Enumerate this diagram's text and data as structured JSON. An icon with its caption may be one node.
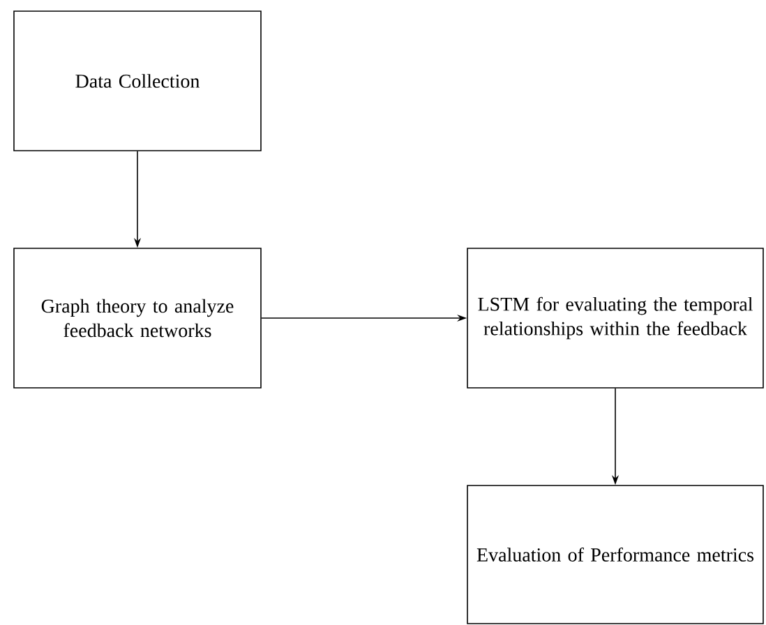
{
  "diagram": {
    "nodes": [
      {
        "text": [
          "Data Collection"
        ]
      },
      {
        "text": [
          "Graph theory to analyze feedback networks"
        ]
      },
      {
        "text": [
          "LSTM for evaluating the temporal relationships within the feedback"
        ]
      },
      {
        "text": [
          "Evaluation of Performance metrics"
        ]
      }
    ],
    "edges": [
      {
        "from": 0,
        "to": 1,
        "arrow": "to"
      },
      {
        "from": 1,
        "to": 2,
        "arrow": "to"
      },
      {
        "from": 2,
        "to": 3,
        "arrow": "to"
      }
    ]
  }
}
